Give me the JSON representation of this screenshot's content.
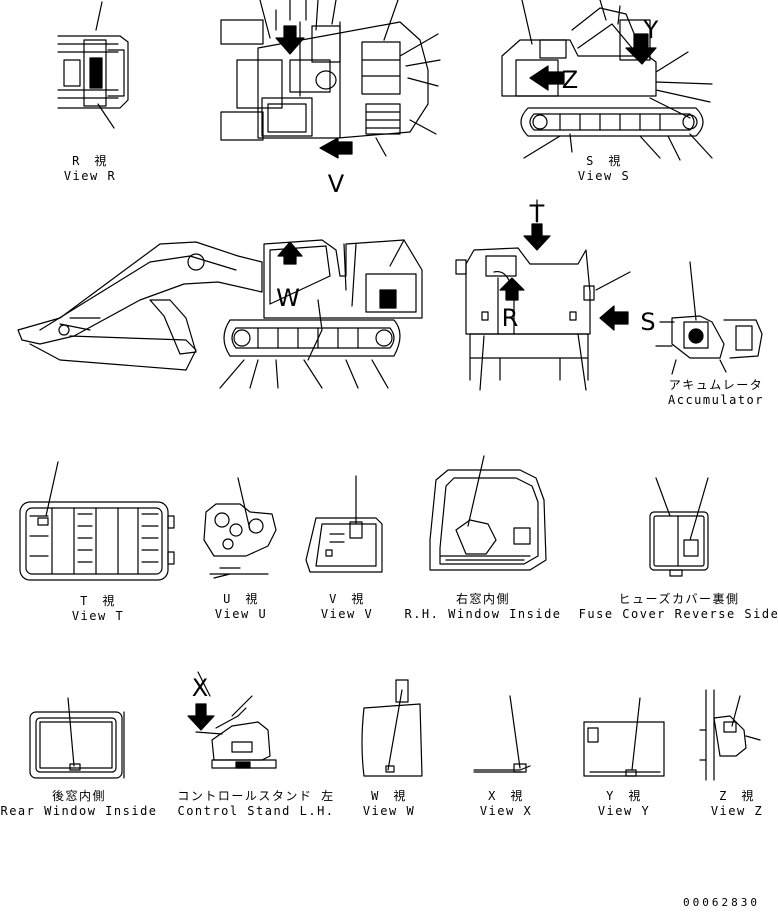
{
  "document_id": "00062830",
  "view_letters": {
    "v": "V",
    "t": "T",
    "s": "S",
    "y": "Y",
    "x": "X",
    "r": "R",
    "z": "Z",
    "w": "W"
  },
  "captions": {
    "view_r": {
      "jp": "R　視",
      "en": "View R"
    },
    "view_s": {
      "jp": "S　視",
      "en": "View S"
    },
    "accumulator": {
      "jp": "アキュムレータ",
      "en": "Accumulator"
    },
    "view_t": {
      "jp": "T　視",
      "en": "View T"
    },
    "view_u": {
      "jp": "U　視",
      "en": "View U"
    },
    "view_v": {
      "jp": "V　視",
      "en": "View V"
    },
    "rh_window": {
      "jp": "右窓内側",
      "en": "R.H. Window Inside"
    },
    "fuse_cover": {
      "jp": "ヒューズカバー裏側",
      "en": "Fuse Cover Reverse Side"
    },
    "rear_window": {
      "jp": "後窓内側",
      "en": "Rear Window Inside"
    },
    "control_stand": {
      "jp": "コントロールスタンド 左",
      "en": "Control Stand L.H."
    },
    "view_w": {
      "jp": "W　視",
      "en": "View W"
    },
    "view_x": {
      "jp": "X　視",
      "en": "View X"
    },
    "view_y": {
      "jp": "Y　視",
      "en": "View Y"
    },
    "view_z": {
      "jp": "Z　視",
      "en": "View Z"
    }
  }
}
